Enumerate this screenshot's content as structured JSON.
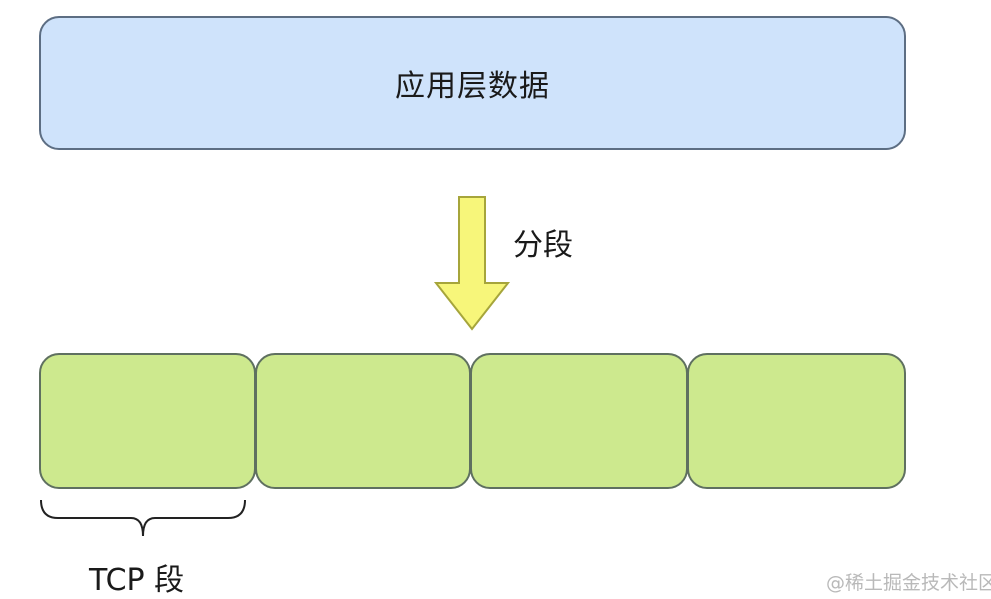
{
  "diagram": {
    "application_data_label": "应用层数据",
    "split_label": "分段",
    "segment_caption": "TCP 段",
    "segments": [
      "",
      "",
      "",
      ""
    ]
  },
  "colors": {
    "application_fill": "#cfe3fb",
    "application_border": "#5d6e83",
    "segment_fill": "#cde98e",
    "segment_border": "#5f7060",
    "arrow_fill": "#f7f67a",
    "arrow_border": "#a6a53b"
  },
  "watermark": {
    "text": "@稀土掘金技术社区"
  }
}
